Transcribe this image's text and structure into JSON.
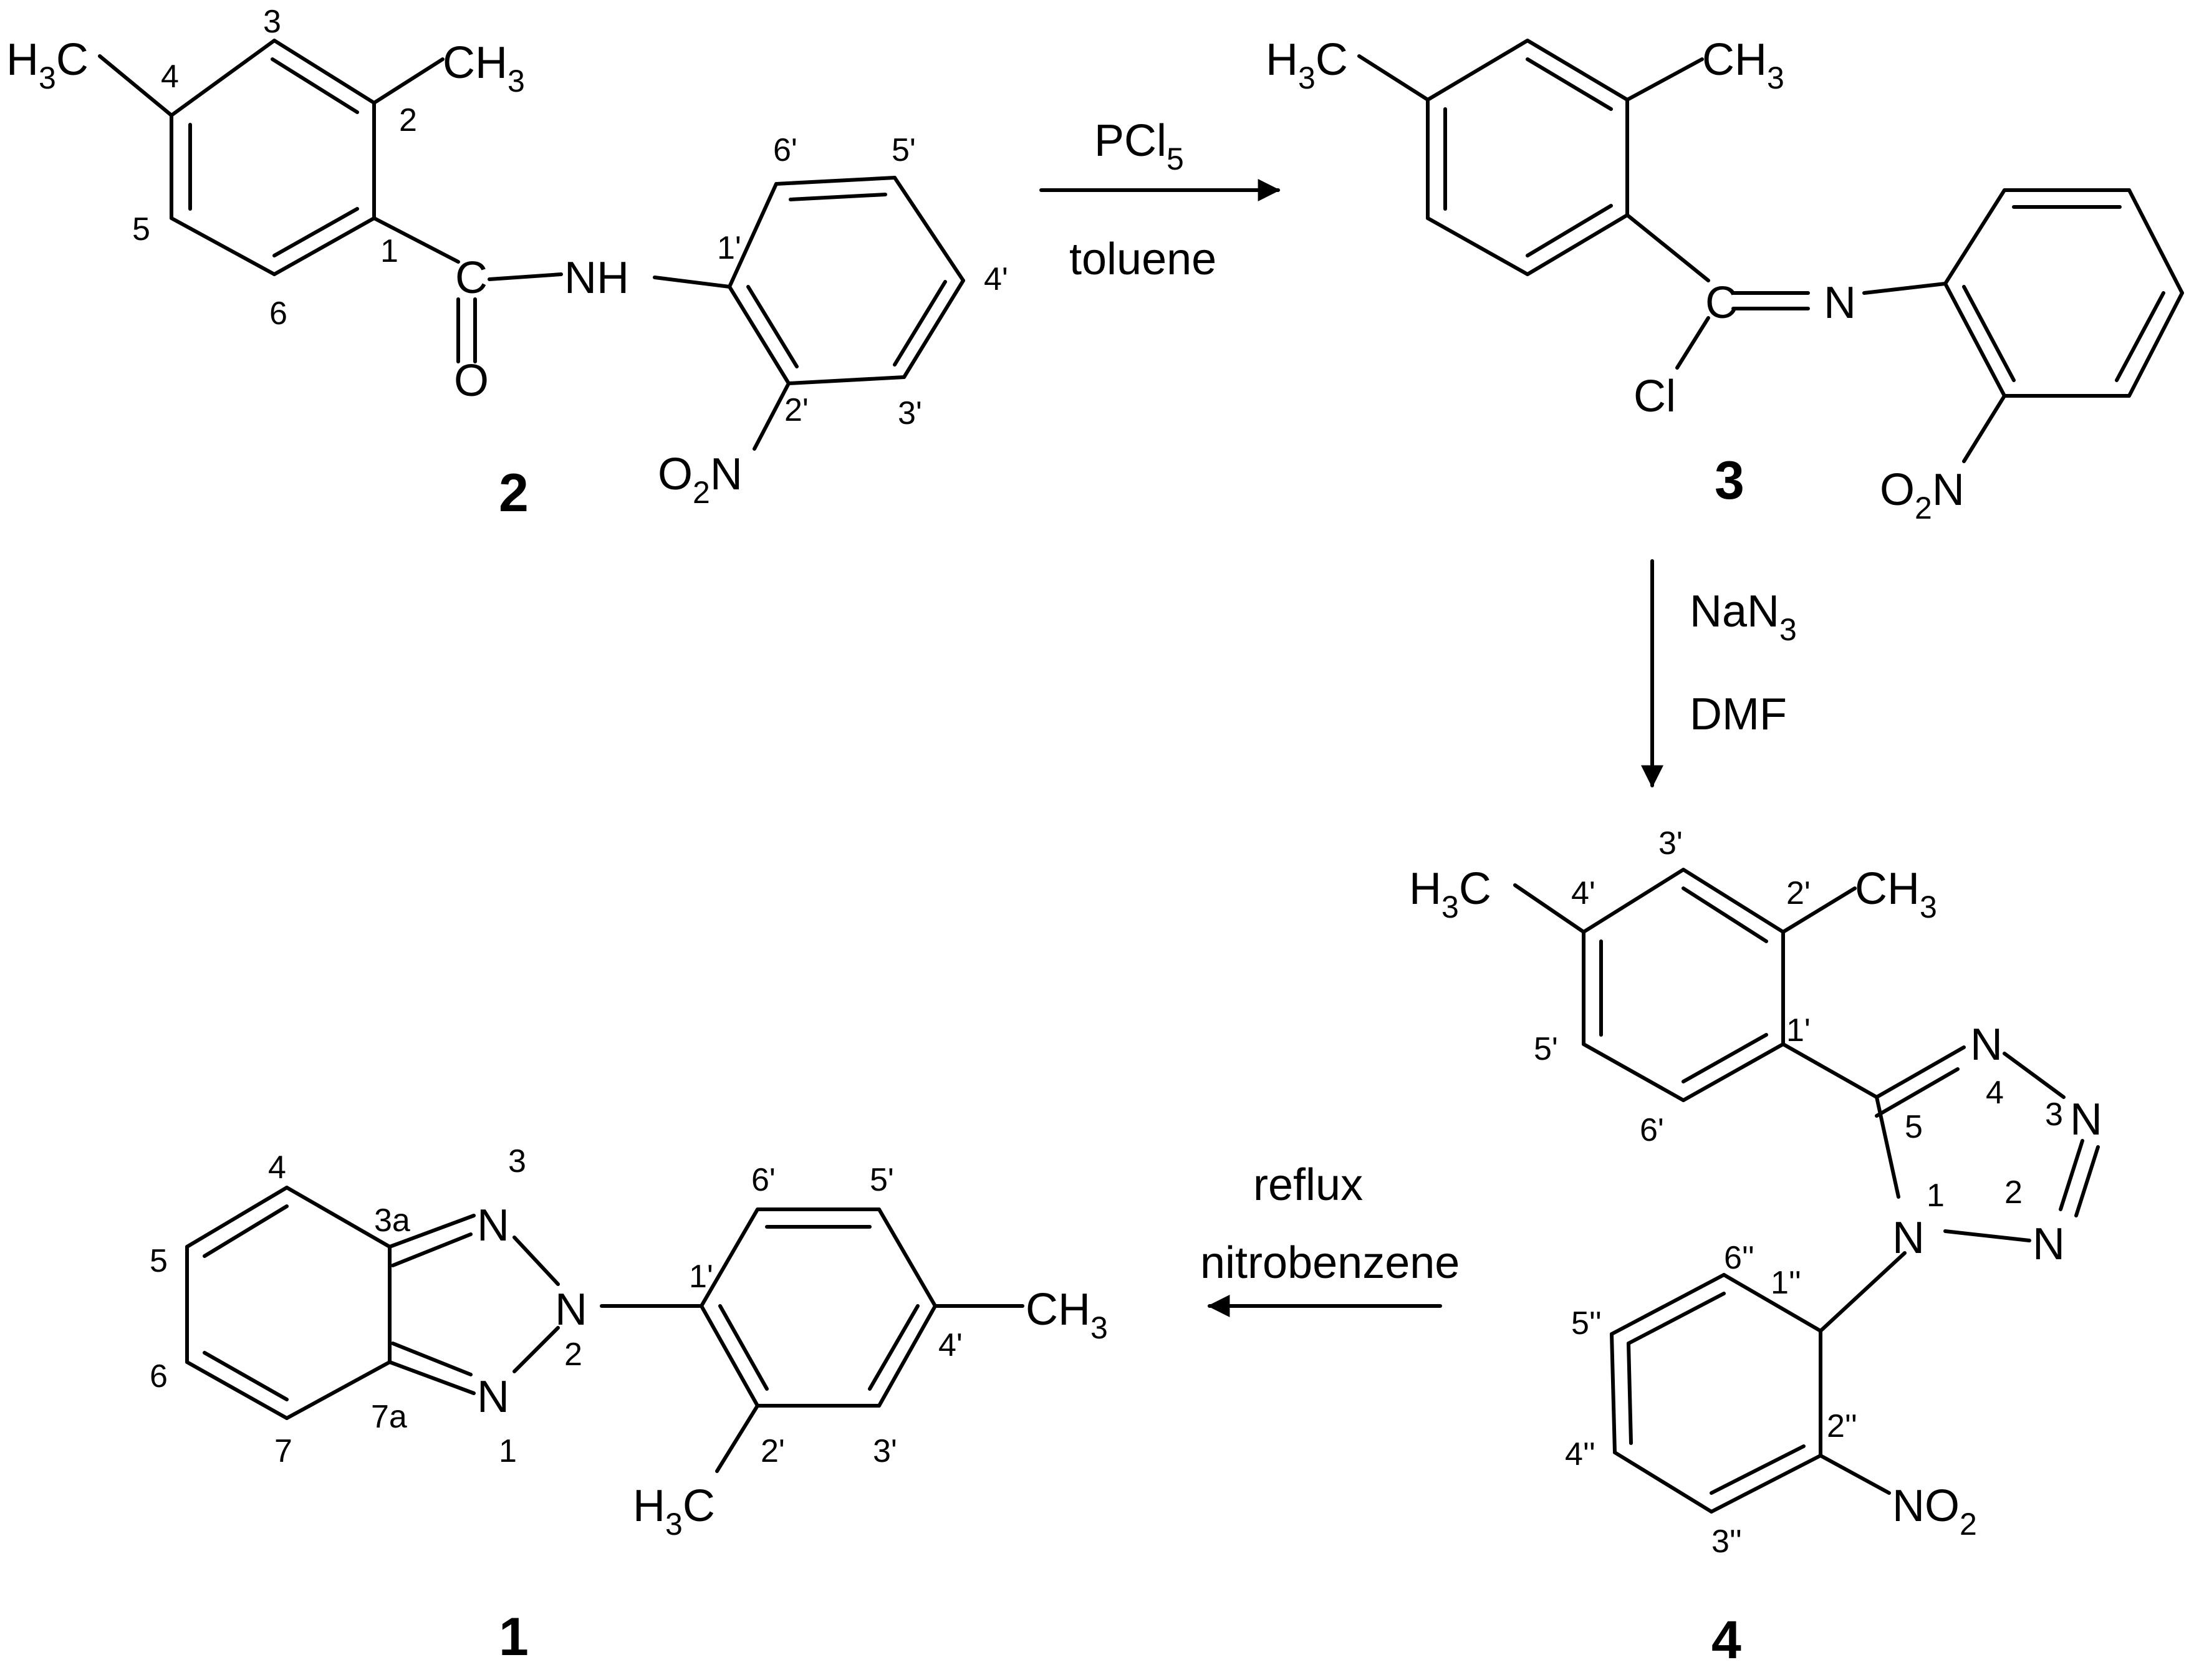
{
  "compounds": [
    {
      "id": "c2",
      "label": "2"
    },
    {
      "id": "c3",
      "label": "3"
    },
    {
      "id": "c4",
      "label": "4"
    },
    {
      "id": "c1",
      "label": "1"
    }
  ],
  "reactions": [
    {
      "id": "r1",
      "reagent": "PCl",
      "reagent_sub": "5",
      "solvent": "toluene"
    },
    {
      "id": "r2",
      "reagent": "NaN",
      "reagent_sub": "3",
      "solvent": "DMF"
    },
    {
      "id": "r3",
      "condition": "reflux",
      "solvent": "nitrobenzene"
    }
  ],
  "groups": {
    "h3c_main": "H",
    "h3c_sub": "3",
    "h3c_tail": "C",
    "ch3_main": "CH",
    "ch3_sub": "3",
    "o2n_o": "O",
    "o2n_sub": "2",
    "o2n_n": "N",
    "no2_no": "NO",
    "no2_sub": "2",
    "nh": "NH",
    "c": "C",
    "o": "O",
    "n": "N",
    "cl": "Cl",
    "n1_label": "N"
  },
  "locants": {
    "c2": {
      "p3": "3",
      "p4": "4",
      "p2": "2",
      "p5": "5",
      "p1": "1",
      "p6": "6",
      "q6": "6'",
      "q5": "5'",
      "q1": "1'",
      "q4": "4'",
      "q2": "2'",
      "q3": "3'"
    },
    "c4": {
      "p3": "3'",
      "p4": "4'",
      "p2": "2'",
      "p5": "5'",
      "p1": "1'",
      "p6": "6'",
      "t4": "4",
      "t3": "3",
      "t5": "5",
      "t1": "1",
      "t2": "2",
      "q6": "6''",
      "q1": "1''",
      "q5": "5''",
      "q4": "4''",
      "q2": "2''",
      "q3": "3''"
    },
    "c1": {
      "b4": "4",
      "b3": "3",
      "b3a": "3a",
      "b5": "5",
      "b6": "6",
      "b7a": "7a",
      "b7": "7",
      "b1": "1",
      "b2": "2",
      "p6": "6'",
      "p5": "5'",
      "p1": "1'",
      "p4": "4'",
      "p2": "2'",
      "p3": "3'"
    }
  }
}
